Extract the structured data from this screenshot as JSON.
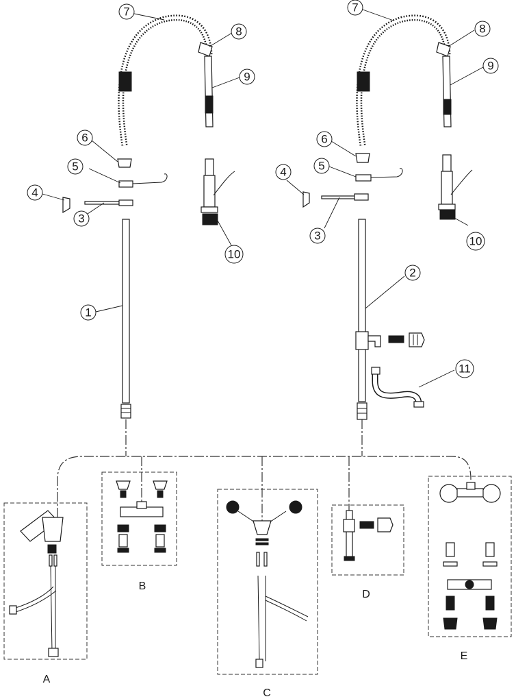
{
  "callouts": {
    "c1": "1",
    "c2": "2",
    "c3L": "3",
    "c3R": "3",
    "c4L": "4",
    "c4R": "4",
    "c5L": "5",
    "c5R": "5",
    "c6L": "6",
    "c6R": "6",
    "c7L": "7",
    "c7R": "7",
    "c8L": "8",
    "c8R": "8",
    "c9L": "9",
    "c9R": "9",
    "c10L": "10",
    "c10R": "10",
    "c11": "11"
  },
  "variants": {
    "A": "A",
    "B": "B",
    "C": "C",
    "D": "D",
    "E": "E"
  }
}
